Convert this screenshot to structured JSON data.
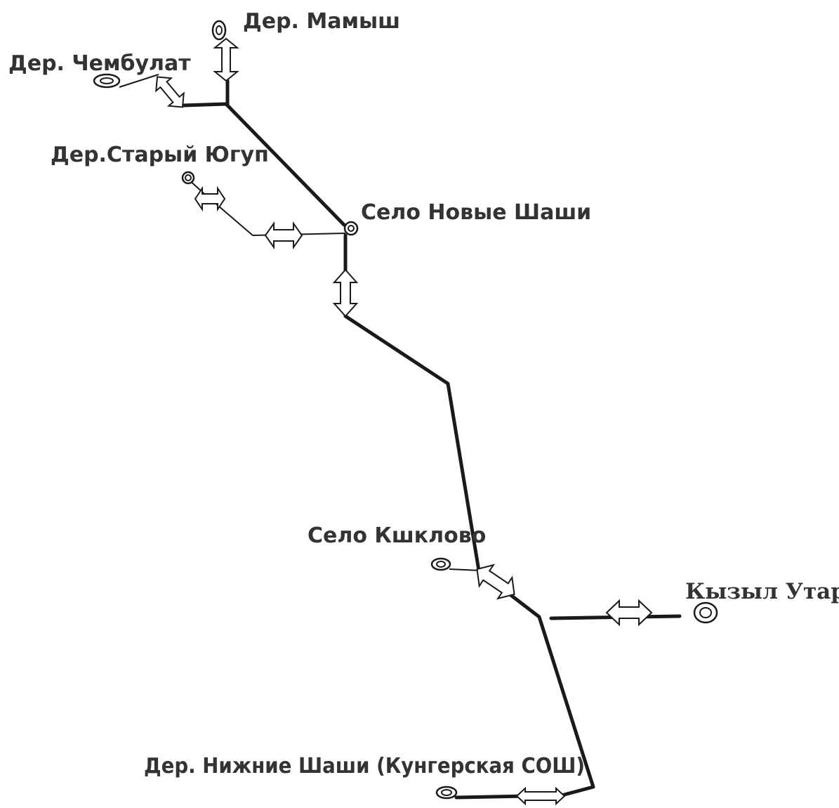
{
  "map": {
    "labels": {
      "mamysh": "Дер. Мамыш",
      "chembulat": "Дер. Чембулат",
      "stary_yugup": "Дер.Старый Югуп",
      "novye_shashi": "Село Новые Шаши",
      "kshklovo": "Село  Кшклово",
      "kyzyl_utar": "Кызыл Утар",
      "nizhnie_shashi": "Дер. Нижние Шаши (Кунгерская СОШ)"
    }
  }
}
